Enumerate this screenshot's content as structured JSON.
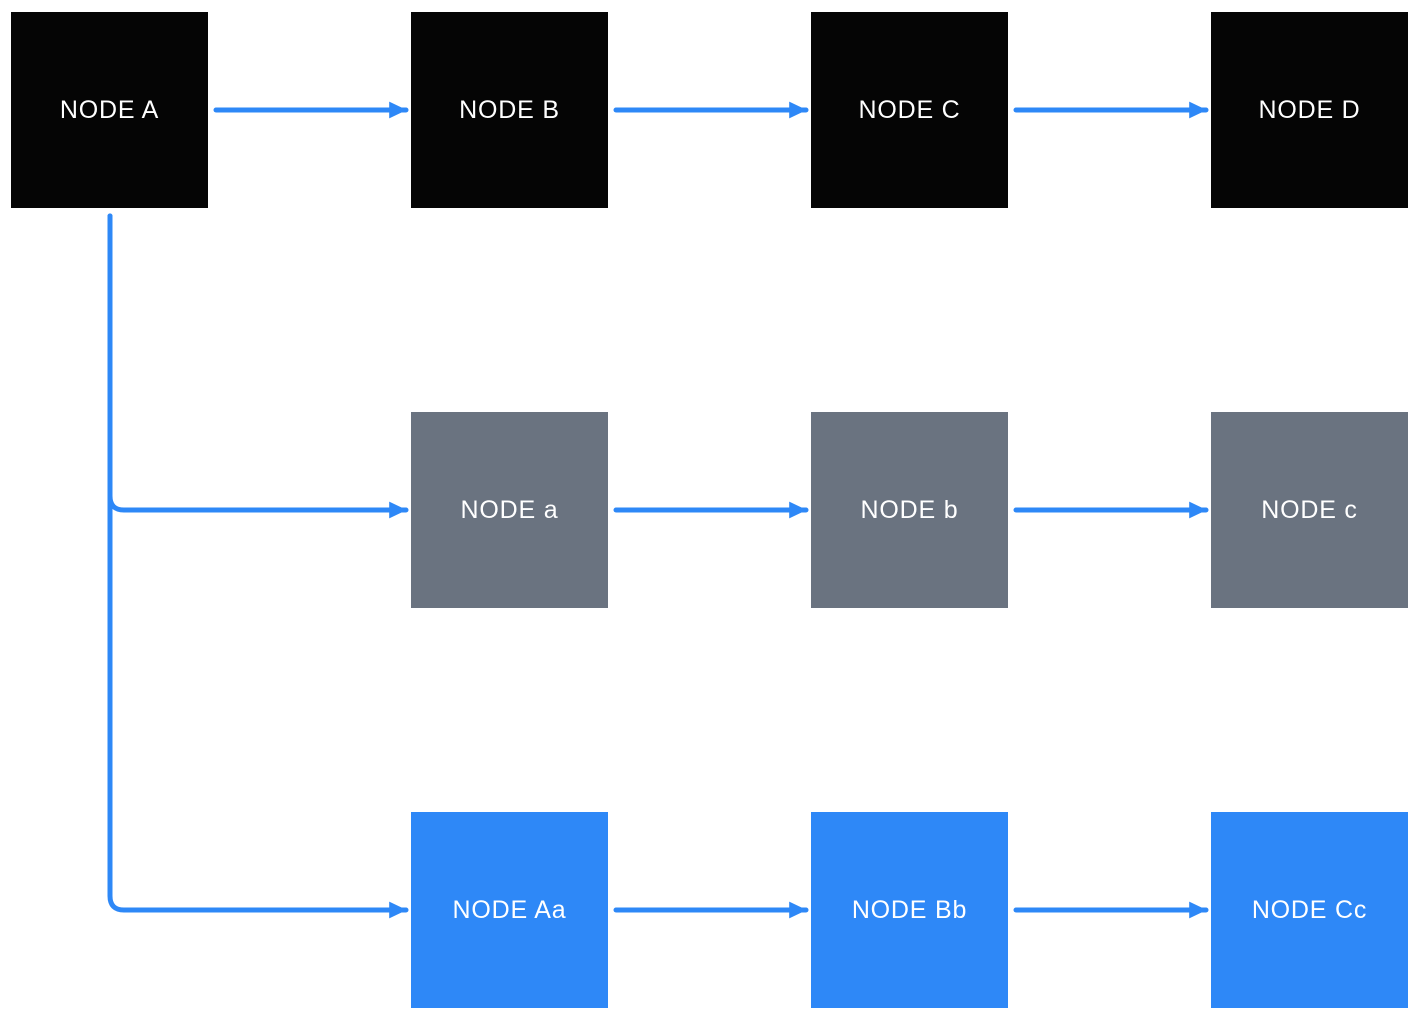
{
  "diagram": {
    "background": "#ffffff",
    "colors": {
      "accent": "#2e88f7",
      "node_black": "#050505",
      "node_gray": "#6a7380",
      "node_blue": "#2e88f7",
      "label_text": "#ffffff"
    },
    "nodes": [
      {
        "id": "node-a",
        "label": "NODE A",
        "row": 0,
        "col": 0,
        "variant": "black"
      },
      {
        "id": "node-b",
        "label": "NODE B",
        "row": 0,
        "col": 1,
        "variant": "black"
      },
      {
        "id": "node-c",
        "label": "NODE C",
        "row": 0,
        "col": 2,
        "variant": "black"
      },
      {
        "id": "node-d",
        "label": "NODE D",
        "row": 0,
        "col": 3,
        "variant": "black"
      },
      {
        "id": "node-a-lower",
        "label": "NODE a",
        "row": 1,
        "col": 1,
        "variant": "gray"
      },
      {
        "id": "node-b-lower",
        "label": "NODE b",
        "row": 1,
        "col": 2,
        "variant": "gray"
      },
      {
        "id": "node-c-lower",
        "label": "NODE c",
        "row": 1,
        "col": 3,
        "variant": "gray"
      },
      {
        "id": "node-aa",
        "label": "NODE Aa",
        "row": 2,
        "col": 1,
        "variant": "blue"
      },
      {
        "id": "node-bb",
        "label": "NODE Bb",
        "row": 2,
        "col": 2,
        "variant": "blue"
      },
      {
        "id": "node-cc",
        "label": "NODE Cc",
        "row": 2,
        "col": 3,
        "variant": "blue"
      }
    ],
    "edges": [
      {
        "from": "node-a",
        "to": "node-b",
        "type": "straight-arrow"
      },
      {
        "from": "node-b",
        "to": "node-c",
        "type": "straight-arrow"
      },
      {
        "from": "node-c",
        "to": "node-d",
        "type": "straight-arrow"
      },
      {
        "from": "node-a",
        "to": "node-a-lower",
        "type": "branch-arrow"
      },
      {
        "from": "node-a-lower",
        "to": "node-b-lower",
        "type": "straight-arrow"
      },
      {
        "from": "node-b-lower",
        "to": "node-c-lower",
        "type": "straight-arrow"
      },
      {
        "from": "node-a",
        "to": "node-aa",
        "type": "branch-arrow"
      },
      {
        "from": "node-aa",
        "to": "node-bb",
        "type": "straight-arrow"
      },
      {
        "from": "node-bb",
        "to": "node-cc",
        "type": "straight-arrow"
      }
    ]
  }
}
